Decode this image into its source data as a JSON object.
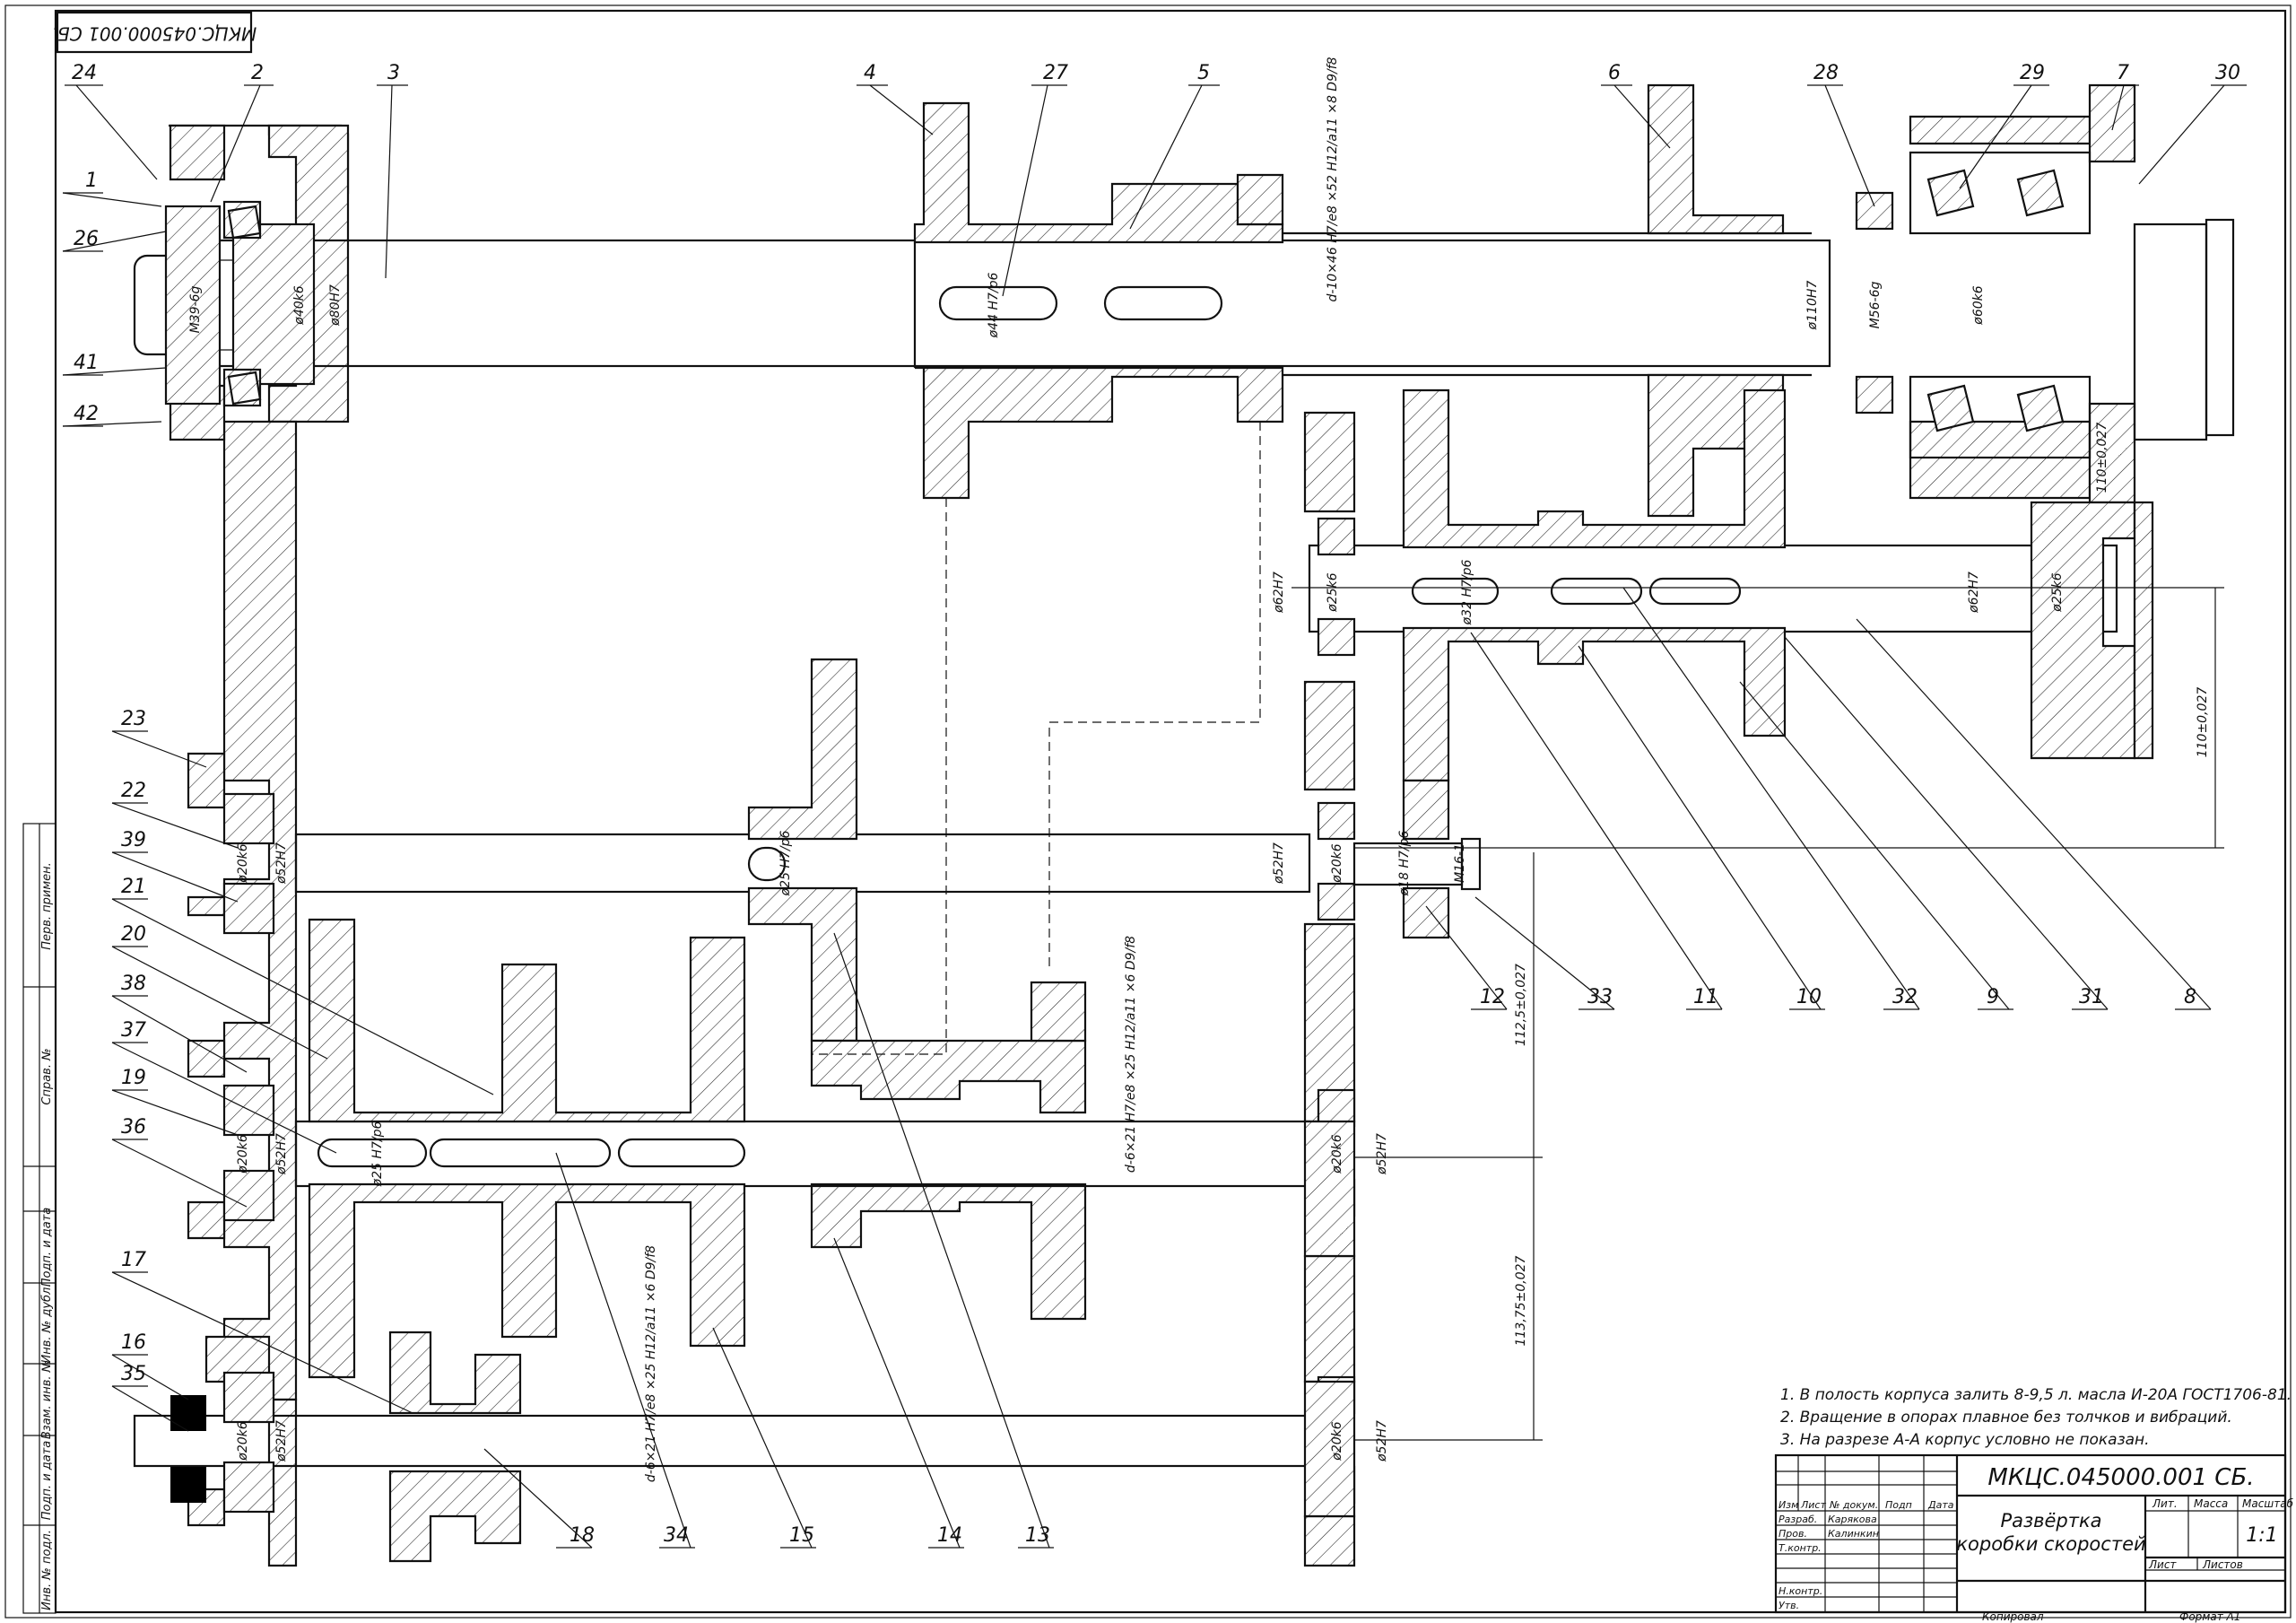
{
  "stamp_code_rotated": "МКЦС.045000.001 СБ.",
  "title_block": {
    "designation": "МКЦС.045000.001 СБ.",
    "name_line1": "Развёртка",
    "name_line2": "коробки скоростей",
    "col_headers": {
      "izm": "Изм",
      "list": "Лист",
      "doc_no": "№ докум.",
      "sign": "Подп",
      "date": "Дата"
    },
    "roles": {
      "razrab": "Разраб.",
      "prov": "Пров.",
      "tkontr": "Т.контр.",
      "nkontr": "Н.контр.",
      "utv": "Утв."
    },
    "people": {
      "razrab": "Карякова",
      "prov": "Калинкин"
    },
    "lit_label": "Лит.",
    "mass_label": "Масса",
    "scale_label": "Масштаб",
    "scale_value": "1:1",
    "sheet_label": "Лист",
    "sheets_label": "Листов",
    "copied": "Копировал",
    "format": "Формат   А1"
  },
  "side_stamp": {
    "perv_primen": "Перв. примен.",
    "sprav_no": "Справ. №",
    "podp_data_1": "Подп. и дата",
    "inv_dubl": "Инв. № дубл.",
    "vzam_inv": "Взам. инв. №",
    "podp_data_2": "Подп. и дата",
    "inv_podl": "Инв. № подл."
  },
  "notes": [
    "1. В полость корпуса  залить 8-9,5 л. масла И-20А ГОСТ1706-81.",
    "2. Вращение в опорах плавное без толчков и вибраций.",
    "3. На разрезе А-А корпус условно не показан."
  ],
  "part_labels": [
    "24",
    "2",
    "3",
    "4",
    "27",
    "5",
    "6",
    "28",
    "29",
    "7",
    "30",
    "1",
    "26",
    "41",
    "42",
    "23",
    "22",
    "39",
    "21",
    "20",
    "38",
    "37",
    "19",
    "36",
    "17",
    "16",
    "35",
    "18",
    "34",
    "15",
    "14",
    "13",
    "12",
    "33",
    "11",
    "10",
    "32",
    "9",
    "31",
    "8"
  ],
  "dimensions": {
    "m39": "M39-6g",
    "d40k6": "ø40k6",
    "d80H7": "ø80H7",
    "key44": "ø44 H7/p6",
    "spline1": "d-10×46 H7/e8 ×52 H12/a11 ×8 D9/f8",
    "d110H7": "ø110H7",
    "m56": "M56-6g",
    "d60k6": "ø60k6",
    "d62H7a": "ø62H7",
    "d25k6a": "ø25k6",
    "key32": "ø32 H7/p6",
    "d62H7b": "ø62H7",
    "d25k6b": "ø25k6",
    "d110": "110±0,027",
    "d110b": "110±0,027",
    "d20k6a": "ø20k6",
    "d52H7a": "ø52H7",
    "key25a": "ø25 H7/p6",
    "d52H7b": "ø52H7",
    "d20k6b": "ø20k6",
    "key18": "ø18 H7/p6",
    "m16": "M16-1",
    "d112_5": "112,5±0,027",
    "spline2": "d-6×21 H7/e8 ×25 H12/a11 ×6 D9/f8",
    "d20k6c": "ø20k6",
    "d52H7c": "ø52H7",
    "key25b": "ø25 H7/p6",
    "d20k6d": "ø20k6",
    "d52H7d": "ø52H7",
    "spline3": "d-6×21 H7/e8 ×25 H12/a11 ×6 D9/f8",
    "d113_75": "113,75±0,027",
    "d20k6e": "ø20k6",
    "d52H7e": "ø52H7",
    "d20k6f": "ø20k6",
    "d52H7f": "ø52H7"
  }
}
